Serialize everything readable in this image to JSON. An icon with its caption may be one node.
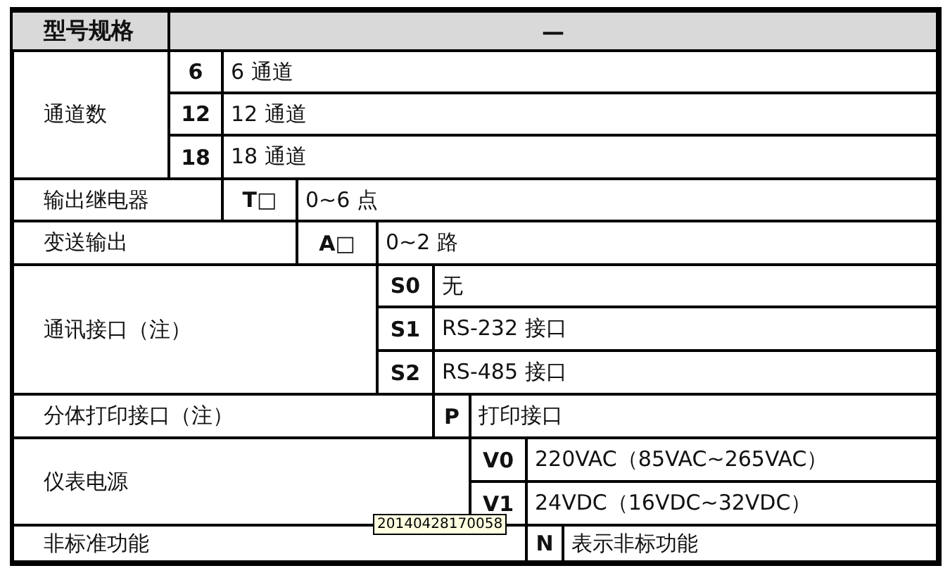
{
  "diagram": {
    "labels": [
      "型号规格",
      "—",
      "通道数",
      "6",
      "6 通道",
      "12",
      "12 通道",
      "18",
      "18 通道",
      "输出继电器",
      "T□",
      "0~6 点",
      "变送输出",
      "A□",
      "0~2 路",
      "通讯接口（注）",
      "S0",
      "无",
      "S1",
      "RS-232 接口",
      "S2",
      "RS-485 接口",
      "分体打印接口（注）",
      "P",
      "打印接口",
      "仪表电源",
      "V0",
      "220VAC（85VAC~265VAC）",
      "V1",
      "24VDC（16VDC~32VDC）",
      "20140428170058",
      "非标准功能",
      "N",
      "表示非标功能"
    ]
  }
}
